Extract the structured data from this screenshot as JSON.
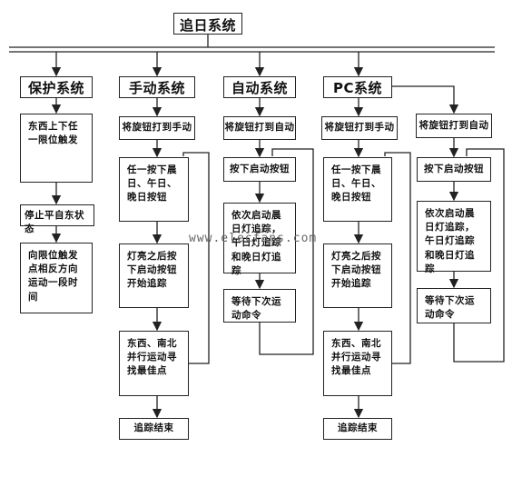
{
  "title": "追日系统",
  "columns": [
    {
      "header": "保护系统",
      "steps": [
        "东西上下任一限位触发",
        "停止平自东状态",
        "向限位触发点相反方向运动一段时间"
      ]
    },
    {
      "header": "手动系统",
      "steps": [
        "将旋钮打到手动",
        "任一按下晨日、午日、晚日按钮",
        "灯亮之后按下启动按钮开始追踪",
        "东西、南北并行运动寻找最佳点",
        "追踪结束"
      ]
    },
    {
      "header": "自动系统",
      "steps": [
        "将旋钮打到自动",
        "按下启动按钮",
        "依次启动晨日灯追踪，午日灯追踪和晚日灯追踪",
        "等待下次运动命令"
      ]
    },
    {
      "header": "PC系统",
      "steps": [
        "将旋钮打到手动",
        "任一按下晨日、午日、晚日按钮",
        "灯亮之后按下启动按钮开始追踪",
        "东西、南北并行运动寻找最佳点",
        "追踪结束"
      ]
    },
    {
      "header": "",
      "steps": [
        "将旋钮打到自动",
        "按下启动按钮",
        "依次启动晨日灯追踪，午日灯追踪和晚日灯追踪",
        "等待下次运动命令"
      ]
    }
  ],
  "watermark": "www.elecfans.com"
}
